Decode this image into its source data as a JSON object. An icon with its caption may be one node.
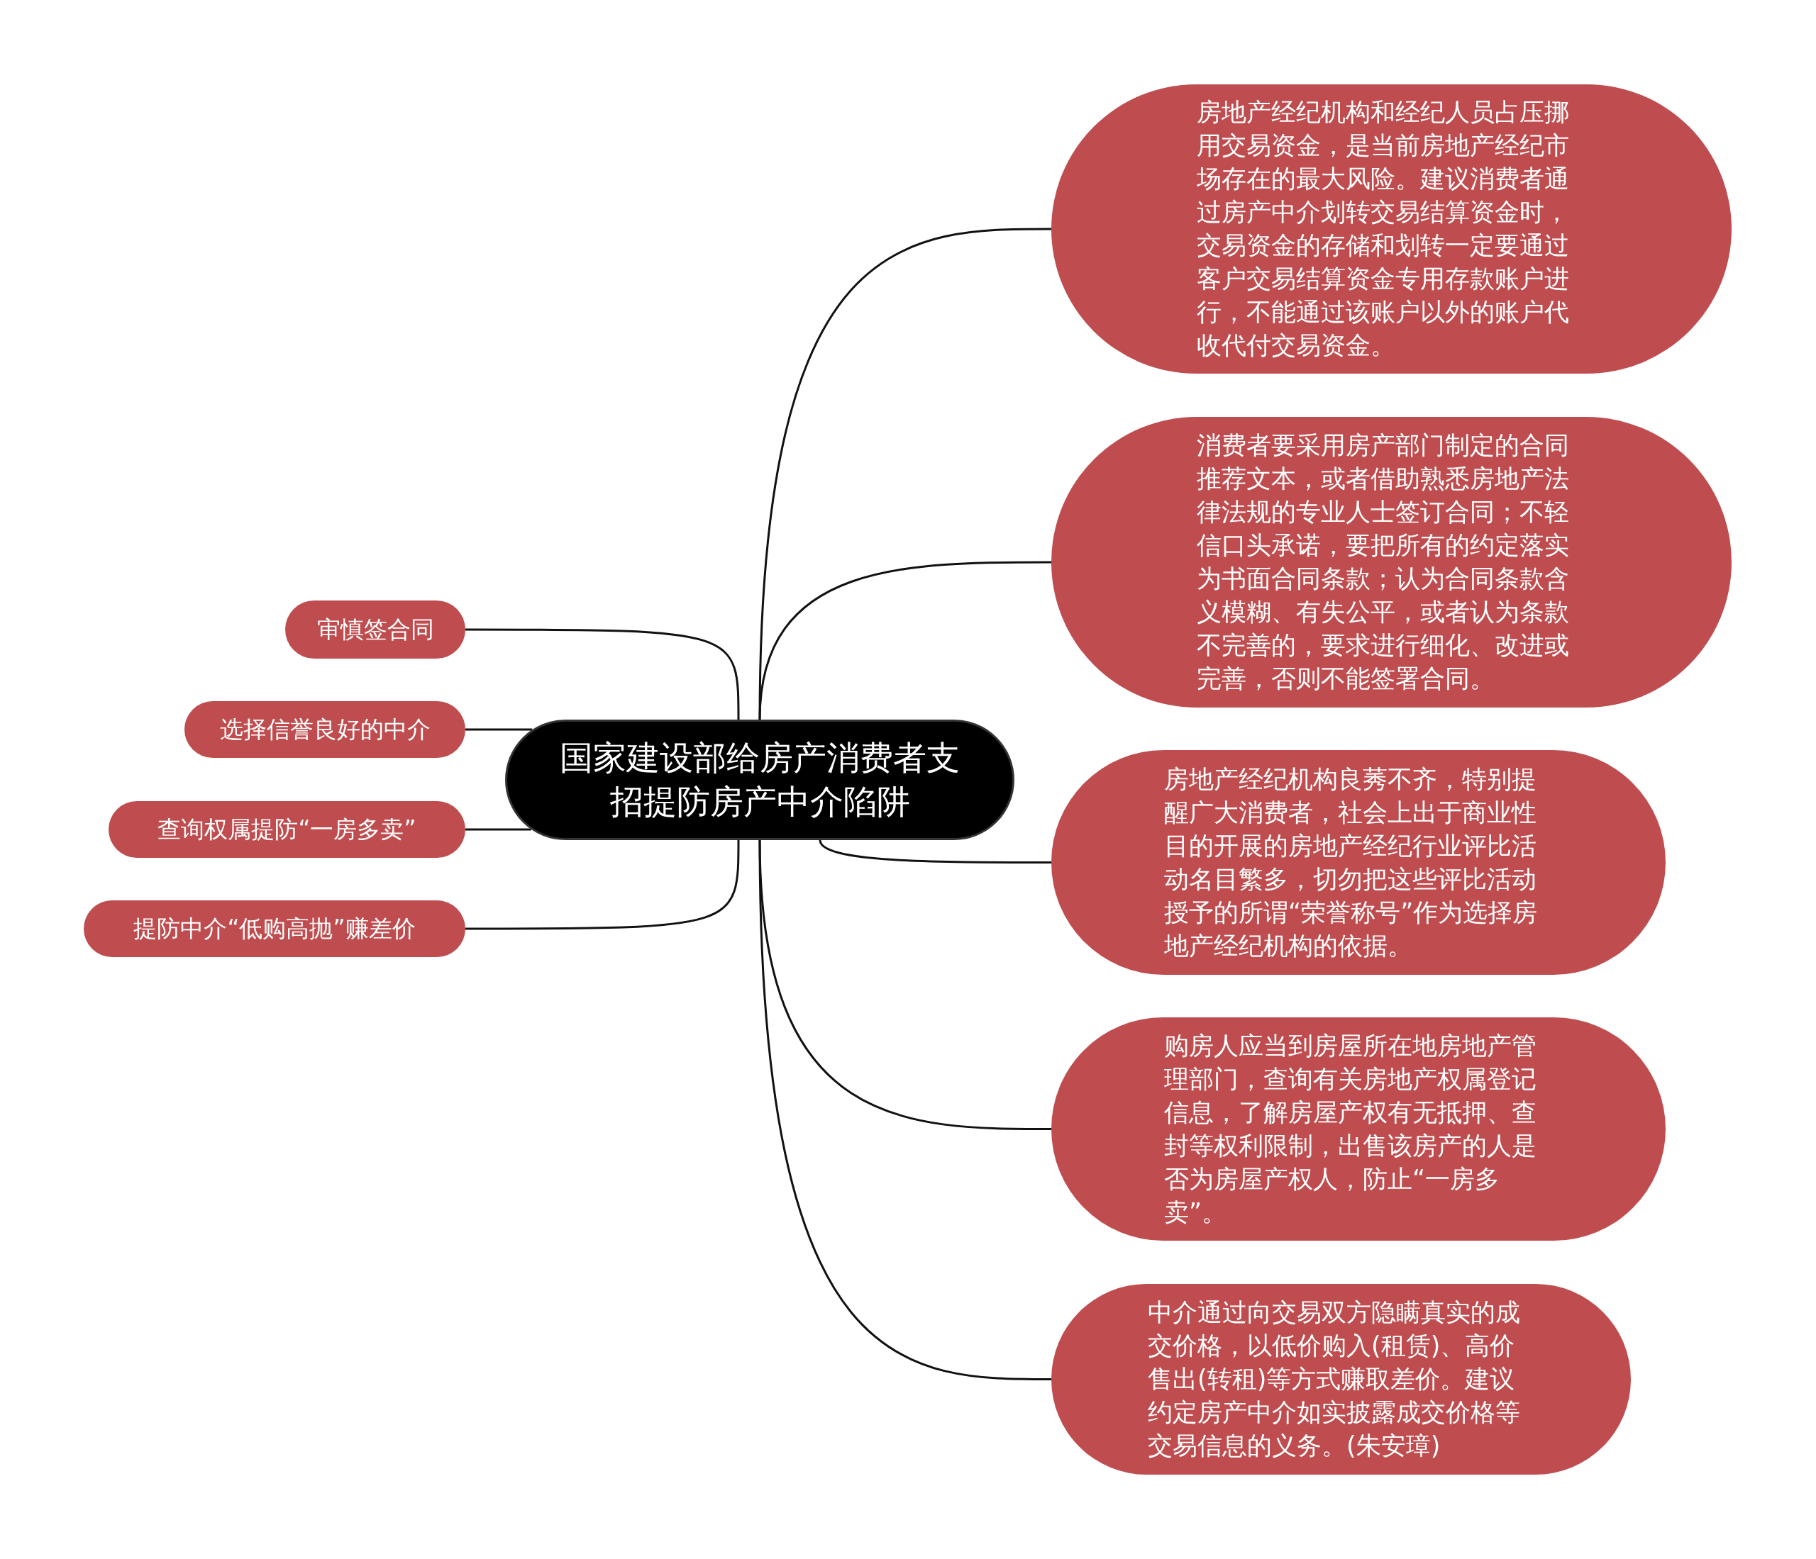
{
  "diagram": {
    "nodes": [
      {
        "text": [
          "国家建设部给房产消费者支招提防房产中介陷阱"
        ]
      },
      {
        "text": [
          "审慎签合同"
        ]
      },
      {
        "text": [
          "选择信誉良好的中介"
        ]
      },
      {
        "text": [
          "查询权属提防“一房多卖”"
        ]
      },
      {
        "text": [
          "提防中介“低购高抛”赚差价"
        ]
      },
      {
        "text": [
          "房地产经纪机构和经纪人员占压挪用交易资金，是当前房地产经纪市场存在的最大风险。建议消费者通过房产中介划转交易结算资金时，交易资金的存储和划转一定要通过客户交易结算资金专用存款账户进行，不能通过该账户以外的账户代收代付交易资金。"
        ]
      },
      {
        "text": [
          "消费者要采用房产部门制定的合同推荐文本，或者借助熟悉房地产法律法规的专业人士签订合同；不轻信口头承诺，要把所有的约定落实为书面合同条款；认为合同条款含义模糊、有失公平，或者认为条款不完善的，要求进行细化、改进或完善，否则不能签署合同。"
        ]
      },
      {
        "text": [
          "房地产经纪机构良莠不齐，特别提醒广大消费者，社会上出于商业性目的开展的房地产经纪行业评比活动名目繁多，切勿把这些评比活动授予的所谓“荣誉称号”作为选择房地产经纪机构的依据。"
        ]
      },
      {
        "text": [
          "购房人应当到房屋所在地房地产管理部门，查询有关房地产权属登记信息，了解房屋产权有无抵押、查封等权利限制，出售该房产的人是否为房屋产权人，防止“一房多卖”。"
        ]
      },
      {
        "text": [
          "中介通过向交易双方隐瞒真实的成交价格，以低价购入(租赁)、高价售出(转租)等方式赚取差价。建议约定房产中介如实披露成交价格等交易信息的义务。(朱安璋)"
        ]
      }
    ],
    "edges": [
      {
        "from": 0,
        "to": 1,
        "arrow": "none"
      },
      {
        "from": 0,
        "to": 2,
        "arrow": "none"
      },
      {
        "from": 0,
        "to": 3,
        "arrow": "none"
      },
      {
        "from": 0,
        "to": 4,
        "arrow": "none"
      },
      {
        "from": 0,
        "to": 5,
        "arrow": "none"
      },
      {
        "from": 0,
        "to": 6,
        "arrow": "none"
      },
      {
        "from": 0,
        "to": 7,
        "arrow": "none"
      },
      {
        "from": 0,
        "to": 8,
        "arrow": "none"
      },
      {
        "from": 0,
        "to": 9,
        "arrow": "none"
      }
    ]
  }
}
